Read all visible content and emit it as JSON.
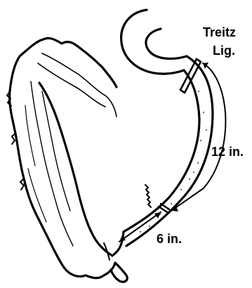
{
  "labels": {
    "ligament_line1": "Treitz",
    "ligament_line2": "Lig.",
    "proximal_length": "12 in.",
    "distal_length": "6 in."
  }
}
